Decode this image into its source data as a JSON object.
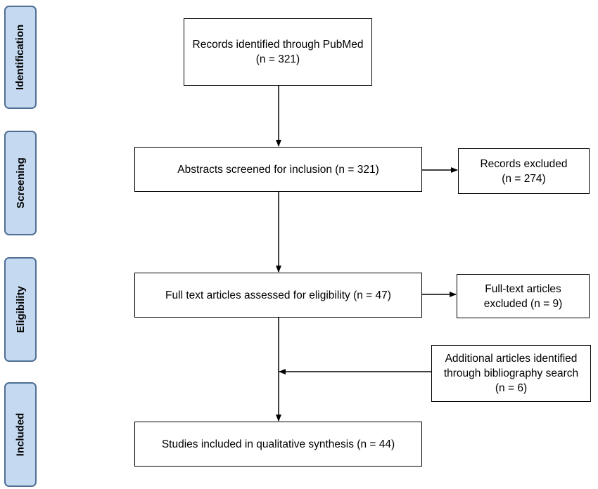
{
  "phases": {
    "identification": "Identification",
    "screening": "Screening",
    "eligibility": "Eligibility",
    "included": "Included"
  },
  "boxes": {
    "records_identified": "Records identified through PubMed (n = 321)",
    "abstracts_screened": "Abstracts screened for inclusion (n = 321)",
    "records_excluded": "Records excluded (n = 274)",
    "full_text_assessed": "Full text articles assessed for eligibility (n = 47)",
    "full_text_excluded": "Full-text articles excluded (n = 9)",
    "additional_articles": "Additional articles identified through bibliography search (n = 6)",
    "studies_included": "Studies included in qualitative synthesis (n = 44)"
  },
  "colors": {
    "phase_fill": "#c5d9f1",
    "phase_border": "#4f6f95",
    "box_border": "#000000"
  }
}
